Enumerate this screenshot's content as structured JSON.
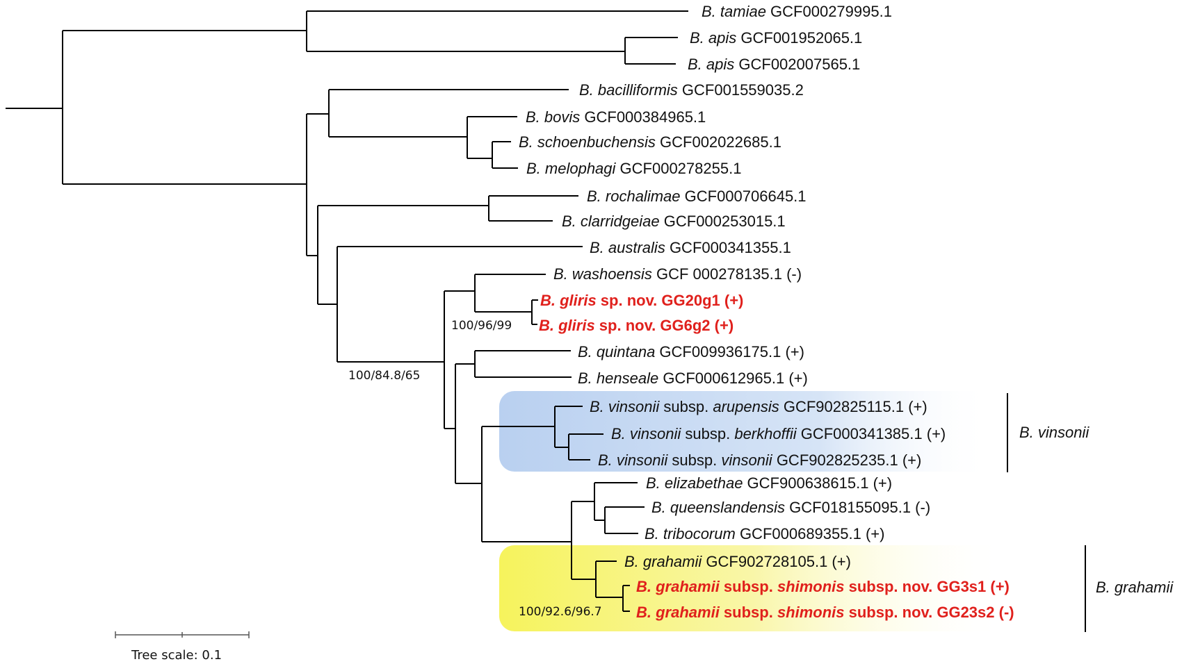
{
  "taxa": [
    {
      "id": "t1",
      "genus": "B. tamiae",
      "rest": [
        " GCF000279995.1"
      ]
    },
    {
      "id": "t2",
      "genus": "B. apis",
      "rest": [
        " GCF001952065.1"
      ]
    },
    {
      "id": "t3",
      "genus": "B. apis",
      "rest": [
        " GCF002007565.1"
      ]
    },
    {
      "id": "t4",
      "genus": "B. bacilliformis",
      "rest": [
        " GCF001559035.2"
      ]
    },
    {
      "id": "t5",
      "genus": "B. bovis",
      "rest": [
        " GCF000384965.1"
      ]
    },
    {
      "id": "t6",
      "genus": "B. schoenbuchensis",
      "rest": [
        " GCF002022685.1"
      ]
    },
    {
      "id": "t7",
      "genus": "B. melophagi",
      "rest": [
        " GCF000278255.1"
      ]
    },
    {
      "id": "t8",
      "genus": "B. rochalimae",
      "rest": [
        " GCF000706645.1"
      ]
    },
    {
      "id": "t9",
      "genus": "B. clarridgeiae",
      "rest": [
        " GCF000253015.1"
      ]
    },
    {
      "id": "t10",
      "genus": "B. australis",
      "rest": [
        " GCF000341355.1"
      ]
    },
    {
      "id": "t11",
      "genus": "B. washoensis",
      "rest": [
        " GCF 000278135.1 (-)"
      ]
    },
    {
      "id": "t12",
      "genus": "B. gliris",
      "rest": [
        " sp. nov. GG20g1 (+)"
      ],
      "highlight": true
    },
    {
      "id": "t13",
      "genus": "B. gliris",
      "rest": [
        " sp. nov. GG6g2  (+)"
      ],
      "highlight": true
    },
    {
      "id": "t14",
      "genus": "B. quintana",
      "rest": [
        " GCF009936175.1 (+)"
      ]
    },
    {
      "id": "t15",
      "genus": "B. henseale",
      "rest": [
        " GCF000612965.1 (+)"
      ]
    },
    {
      "id": "t16",
      "genus": "B. vinsonii",
      "rest": [
        " subsp. ",
        "arupensis",
        " GCF902825115.1 (+)"
      ]
    },
    {
      "id": "t17",
      "genus": "B. vinsonii",
      "rest": [
        " subsp. ",
        "berkhoffii",
        " GCF000341385.1 (+)"
      ]
    },
    {
      "id": "t18",
      "genus": "B. vinsonii",
      "rest": [
        " subsp. ",
        "vinsonii",
        " GCF902825235.1 (+)"
      ]
    },
    {
      "id": "t19",
      "genus": "B. elizabethae",
      "rest": [
        " GCF900638615.1 (+)"
      ]
    },
    {
      "id": "t20",
      "genus": "B. queenslandensis",
      "rest": [
        " GCF018155095.1 (-)"
      ]
    },
    {
      "id": "t21",
      "genus": "B. tribocorum",
      "rest": [
        " GCF000689355.1 (+)"
      ]
    },
    {
      "id": "t22",
      "genus": "B. grahamii",
      "rest": [
        " GCF902728105.1 (+)"
      ]
    },
    {
      "id": "t23",
      "genus": "B. grahamii",
      "rest": [
        " subsp. ",
        "shimonis",
        " subsp. nov. GG3s1 (+)"
      ],
      "highlight": true
    },
    {
      "id": "t24",
      "genus": "B. grahamii",
      "rest": [
        " subsp. ",
        "shimonis",
        " subsp. nov. GG23s2 (-)"
      ],
      "highlight": true
    }
  ],
  "bootstrap": {
    "gliris_node": "100/96/99",
    "clade_node": "100/84.8/65",
    "grahamii_node": "100/92.6/96.7"
  },
  "groups": {
    "vinsonii": "B. vinsonii",
    "grahamii": "B. grahamii"
  },
  "colors": {
    "highlight_text": "#e0201c",
    "vinsonii_box": "#bcd3f2",
    "grahamii_box": "#f7f56a"
  },
  "scale_bar": {
    "label": "Tree scale: 0.1"
  }
}
